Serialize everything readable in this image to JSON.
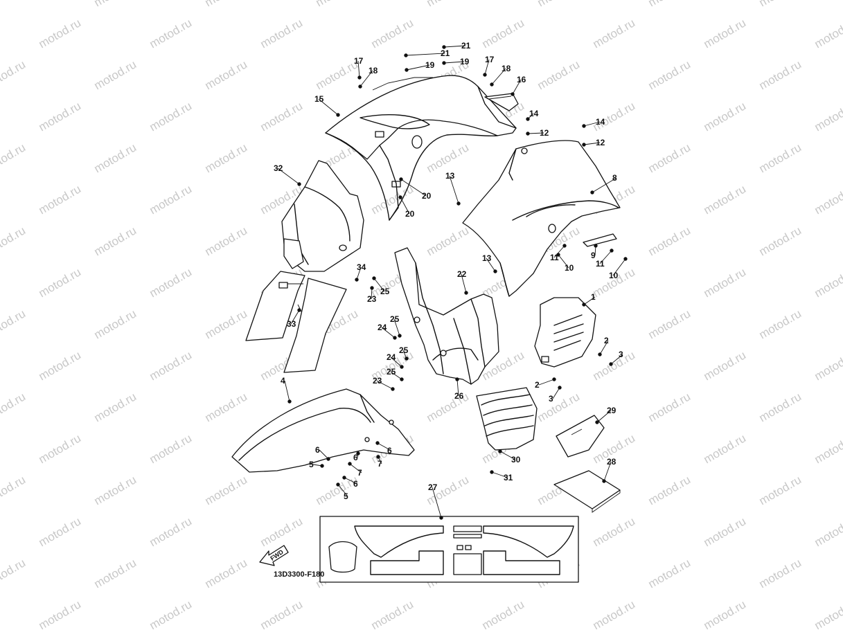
{
  "watermark": "motod.ru",
  "diagram_code": "13D3300-F180",
  "direction_label": "FWD",
  "colors": {
    "line": "#111111",
    "watermark": "#c8c8c8",
    "background": "#ffffff"
  },
  "callouts": [
    {
      "id": "c17a",
      "label": "17"
    },
    {
      "id": "c18a",
      "label": "18"
    },
    {
      "id": "c21a",
      "label": "21"
    },
    {
      "id": "c21b",
      "label": "21"
    },
    {
      "id": "c19a",
      "label": "19"
    },
    {
      "id": "c19b",
      "label": "19"
    },
    {
      "id": "c17b",
      "label": "17"
    },
    {
      "id": "c18b",
      "label": "18"
    },
    {
      "id": "c16",
      "label": "16"
    },
    {
      "id": "c15",
      "label": "15"
    },
    {
      "id": "c14a",
      "label": "14"
    },
    {
      "id": "c12a",
      "label": "12"
    },
    {
      "id": "c14b",
      "label": "14"
    },
    {
      "id": "c12b",
      "label": "12"
    },
    {
      "id": "c32",
      "label": "32"
    },
    {
      "id": "c20a",
      "label": "20"
    },
    {
      "id": "c20b",
      "label": "20"
    },
    {
      "id": "c13a",
      "label": "13"
    },
    {
      "id": "c8",
      "label": "8"
    },
    {
      "id": "c11a",
      "label": "11"
    },
    {
      "id": "c10a",
      "label": "10"
    },
    {
      "id": "c9",
      "label": "9"
    },
    {
      "id": "c11b",
      "label": "11"
    },
    {
      "id": "c10b",
      "label": "10"
    },
    {
      "id": "c13b",
      "label": "13"
    },
    {
      "id": "c34",
      "label": "34"
    },
    {
      "id": "c25a",
      "label": "25"
    },
    {
      "id": "c23a",
      "label": "23"
    },
    {
      "id": "c22",
      "label": "22"
    },
    {
      "id": "c1",
      "label": "1"
    },
    {
      "id": "c33",
      "label": "33"
    },
    {
      "id": "c24a",
      "label": "24"
    },
    {
      "id": "c25b",
      "label": "25"
    },
    {
      "id": "c25c",
      "label": "25"
    },
    {
      "id": "c24b",
      "label": "24"
    },
    {
      "id": "c2a",
      "label": "2"
    },
    {
      "id": "c3a",
      "label": "3"
    },
    {
      "id": "c25d",
      "label": "25"
    },
    {
      "id": "c23b",
      "label": "23"
    },
    {
      "id": "c26",
      "label": "26"
    },
    {
      "id": "c2b",
      "label": "2"
    },
    {
      "id": "c3b",
      "label": "3"
    },
    {
      "id": "c4",
      "label": "4"
    },
    {
      "id": "c29",
      "label": "29"
    },
    {
      "id": "c6a",
      "label": "6"
    },
    {
      "id": "c6b",
      "label": "6"
    },
    {
      "id": "c6c",
      "label": "6"
    },
    {
      "id": "c7a",
      "label": "7"
    },
    {
      "id": "c5a",
      "label": "5"
    },
    {
      "id": "c7b",
      "label": "7"
    },
    {
      "id": "c6d",
      "label": "6"
    },
    {
      "id": "c5b",
      "label": "5"
    },
    {
      "id": "c30",
      "label": "30"
    },
    {
      "id": "c28",
      "label": "28"
    },
    {
      "id": "c31",
      "label": "31"
    },
    {
      "id": "c27",
      "label": "27"
    }
  ]
}
